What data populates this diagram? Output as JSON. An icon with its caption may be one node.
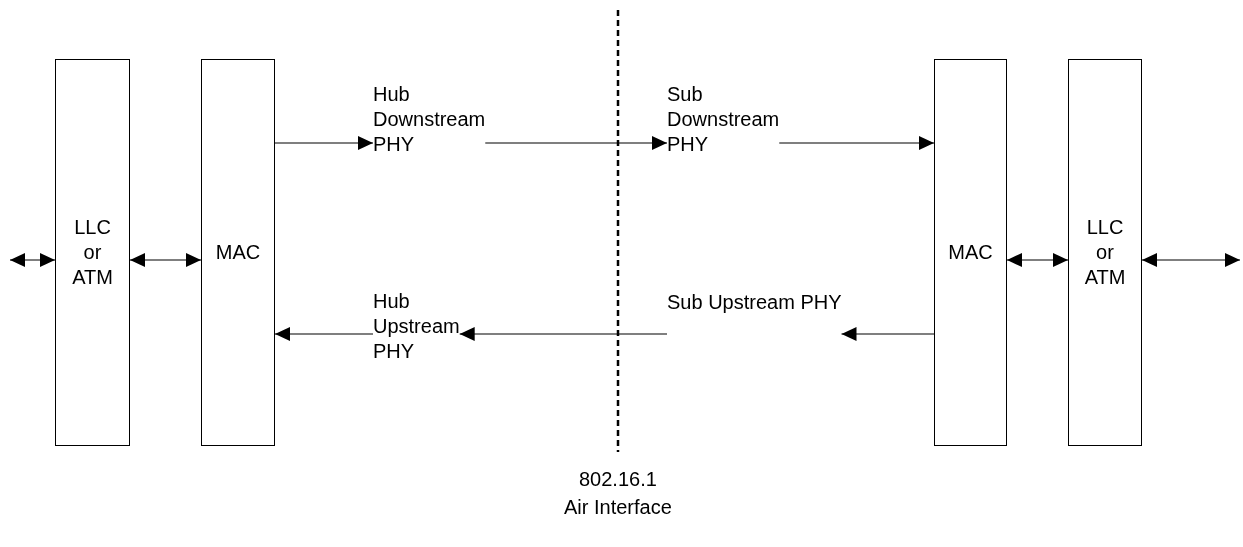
{
  "diagram": {
    "nodes": [
      {
        "text": [
          "LLC or ATM"
        ]
      },
      {
        "text": [
          "MAC"
        ]
      },
      {
        "text": [
          "Hub Downstream PHY"
        ]
      },
      {
        "text": [
          "Sub Downstream PHY"
        ]
      },
      {
        "text": [
          "Hub Upstream PHY"
        ]
      },
      {
        "text": [
          "Sub Upstream PHY"
        ]
      },
      {
        "text": [
          "MAC"
        ]
      },
      {
        "text": [
          "LLC or ATM"
        ]
      }
    ],
    "edges": [
      {
        "from": null,
        "to": 0,
        "arrow": "both"
      },
      {
        "from": 0,
        "to": 1,
        "arrow": "both"
      },
      {
        "from": 1,
        "to": 2,
        "arrow": "to"
      },
      {
        "from": 2,
        "to": 3,
        "arrow": "to"
      },
      {
        "from": 3,
        "to": 6,
        "arrow": "to"
      },
      {
        "from": 6,
        "to": 5,
        "arrow": "to"
      },
      {
        "from": 5,
        "to": 4,
        "arrow": "to"
      },
      {
        "from": 4,
        "to": 1,
        "arrow": "to"
      },
      {
        "from": 6,
        "to": 7,
        "arrow": "both"
      },
      {
        "from": 7,
        "to": null,
        "arrow": "both"
      }
    ],
    "labels": [
      "802.16.1",
      "Air Interface"
    ]
  }
}
